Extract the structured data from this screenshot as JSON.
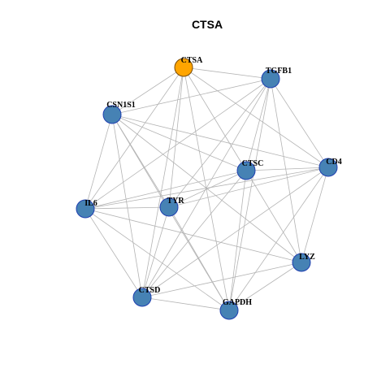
{
  "title": "CTSA",
  "colors": {
    "hub_fill": "#ffa500",
    "node_fill": "#4682b4",
    "node_stroke": "#1f3fb0",
    "edge": "#b4b4b4"
  },
  "nodes": [
    {
      "id": "CTSA",
      "label": "CTSA",
      "hub": true
    },
    {
      "id": "TGFB1",
      "label": "TGFB1",
      "hub": false
    },
    {
      "id": "CSN1S1",
      "label": "CSN1S1",
      "hub": false
    },
    {
      "id": "CTSC",
      "label": "CTSC",
      "hub": false
    },
    {
      "id": "CD4",
      "label": "CD4",
      "hub": false
    },
    {
      "id": "IL6",
      "label": "IL6",
      "hub": false
    },
    {
      "id": "TYR",
      "label": "TYR",
      "hub": false
    },
    {
      "id": "LYZ",
      "label": "LYZ",
      "hub": false
    },
    {
      "id": "CTSD",
      "label": "CTSD",
      "hub": false
    },
    {
      "id": "GAPDH",
      "label": "GAPDH",
      "hub": false
    }
  ],
  "edges": [
    [
      "CTSA",
      "TGFB1"
    ],
    [
      "CTSA",
      "CSN1S1"
    ],
    [
      "CTSA",
      "CTSC"
    ],
    [
      "CTSA",
      "CD4"
    ],
    [
      "CTSA",
      "IL6"
    ],
    [
      "CTSA",
      "TYR"
    ],
    [
      "CTSA",
      "CTSD"
    ],
    [
      "CTSA",
      "GAPDH"
    ],
    [
      "TGFB1",
      "CSN1S1"
    ],
    [
      "TGFB1",
      "CTSC"
    ],
    [
      "TGFB1",
      "CD4"
    ],
    [
      "TGFB1",
      "IL6"
    ],
    [
      "TGFB1",
      "TYR"
    ],
    [
      "TGFB1",
      "LYZ"
    ],
    [
      "TGFB1",
      "CTSD"
    ],
    [
      "TGFB1",
      "GAPDH"
    ],
    [
      "CSN1S1",
      "CTSC"
    ],
    [
      "CSN1S1",
      "CD4"
    ],
    [
      "CSN1S1",
      "IL6"
    ],
    [
      "CSN1S1",
      "TYR"
    ],
    [
      "CSN1S1",
      "LYZ"
    ],
    [
      "CSN1S1",
      "CTSD"
    ],
    [
      "CSN1S1",
      "GAPDH"
    ],
    [
      "CTSC",
      "CD4"
    ],
    [
      "CTSC",
      "IL6"
    ],
    [
      "CTSC",
      "LYZ"
    ],
    [
      "CTSC",
      "CTSD"
    ],
    [
      "CTSC",
      "GAPDH"
    ],
    [
      "CTSC",
      "TYR"
    ],
    [
      "CD4",
      "IL6"
    ],
    [
      "CD4",
      "TYR"
    ],
    [
      "CD4",
      "LYZ"
    ],
    [
      "CD4",
      "CTSD"
    ],
    [
      "CD4",
      "GAPDH"
    ],
    [
      "IL6",
      "TYR"
    ],
    [
      "IL6",
      "LYZ"
    ],
    [
      "IL6",
      "CTSD"
    ],
    [
      "IL6",
      "GAPDH"
    ],
    [
      "TYR",
      "CTSD"
    ],
    [
      "TYR",
      "GAPDH"
    ],
    [
      "LYZ",
      "CTSD"
    ],
    [
      "LYZ",
      "GAPDH"
    ],
    [
      "CTSD",
      "GAPDH"
    ]
  ]
}
